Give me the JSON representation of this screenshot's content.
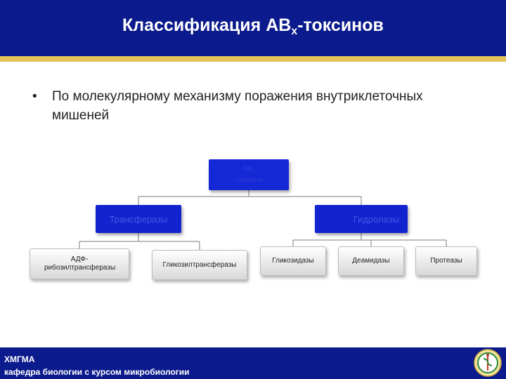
{
  "header": {
    "title_main": "Классификация AB",
    "title_sub": "x",
    "title_rest": "-токсинов"
  },
  "bullet": {
    "marker": "•",
    "text": "По молекулярному механизму поражения внутриклеточных мишеней"
  },
  "diagram": {
    "root": {
      "line1": "AB",
      "line1_sub": "x",
      "line2": "-токсины"
    },
    "left_branch": "Трансферазы",
    "right_branch": "Гидролазы",
    "left_children": [
      "АДФ-рибозилтрансферазы",
      "Гликозилтрансферазы"
    ],
    "right_children": [
      "Гликозидазы",
      "Деамидазы",
      "Протеазы"
    ]
  },
  "footer": {
    "line1": "ХМГМА",
    "line2": "кафедра биологии с курсом микробиологии"
  },
  "logo": {
    "icon": "university-emblem-icon"
  },
  "colors": {
    "header_blue": "#0b1a8c",
    "gold_stripe": "#e3c35a",
    "node_blue": "#1428d6"
  }
}
